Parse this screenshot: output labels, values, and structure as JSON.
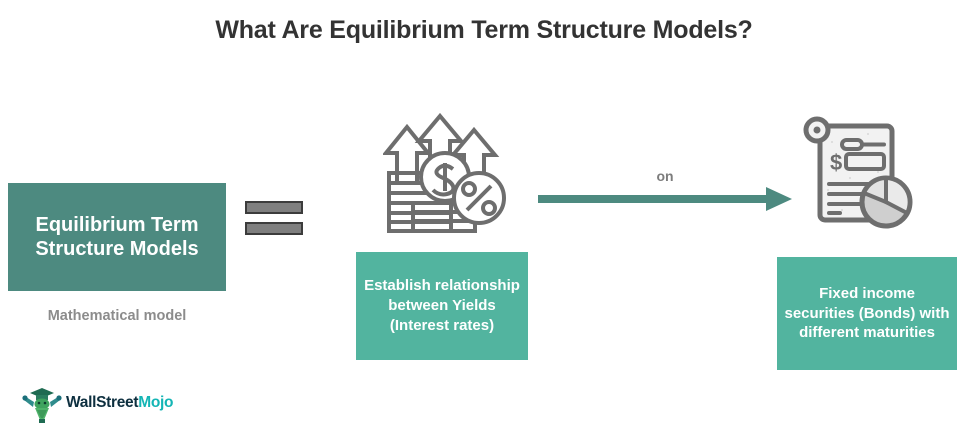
{
  "title": "What Are Equilibrium Term Structure Models?",
  "colors": {
    "title_text": "#333333",
    "box_dark_teal": "#4d8a80",
    "box_light_teal": "#52b49f",
    "icon_gray": "#6e6e6e",
    "caption_gray": "#8c8c8c",
    "equals_fill": "#7f7f7f",
    "equals_outline": "#3c3c3c",
    "arrow_teal": "#4d8a80",
    "logo_dark": "#0d2f3f",
    "logo_teal": "#14b5b5"
  },
  "left": {
    "box_label": "Equilibrium Term Structure Models",
    "caption": "Mathematical model"
  },
  "equals": {
    "name": "equals-sign"
  },
  "middle": {
    "icon_name": "rising-coins-dollar-percent-icon",
    "card_label": "Establish relationship between Yields (Interest rates)"
  },
  "arrow": {
    "label": "on",
    "icon_name": "right-arrow-icon"
  },
  "right": {
    "icon_name": "bond-document-pie-chart-icon",
    "card_label": "Fixed income securities (Bonds) with different maturities"
  },
  "logo": {
    "mark_name": "wallstreetmojo-bull-mascot-icon",
    "text_primary": "WallStreet",
    "text_secondary": "Mojo"
  }
}
